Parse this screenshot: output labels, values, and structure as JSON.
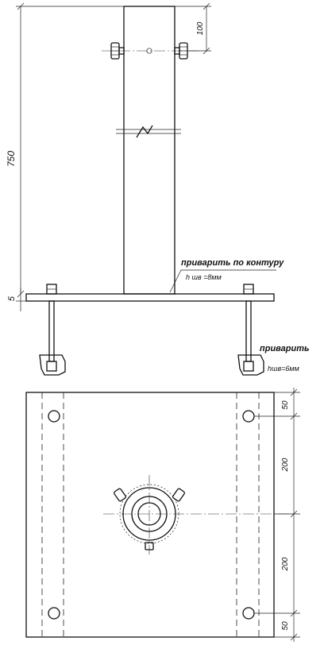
{
  "dimensions": {
    "height_750": "750",
    "offset_100": "100",
    "plate_5": "5",
    "edge_50_top": "50",
    "span_200_upper": "200",
    "span_200_lower": "200",
    "edge_50_bottom": "50"
  },
  "notes": {
    "weld_contour": "приварить по контуру",
    "weld_contour_size": "h шв =8мм",
    "weld_bracket": "приварить",
    "weld_bracket_size": "hшв=6мм"
  }
}
